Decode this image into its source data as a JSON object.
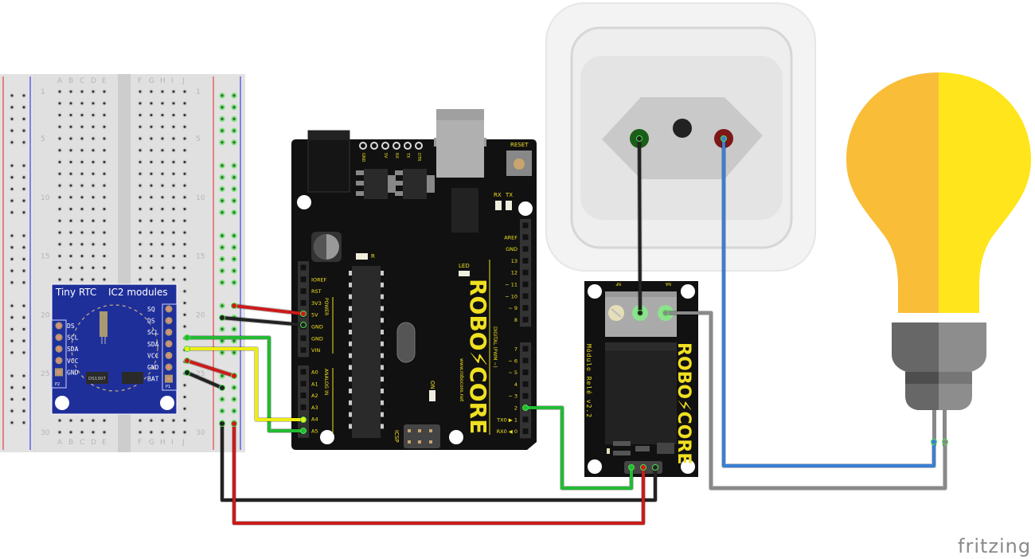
{
  "diagram": {
    "type": "breadboard-wiring",
    "watermark": "fritzing",
    "breadboard": {
      "column_labels_left": [
        "A",
        "B",
        "C",
        "D",
        "E"
      ],
      "column_labels_right": [
        "F",
        "G",
        "H",
        "I",
        "J"
      ],
      "row_labels": [
        "1",
        "5",
        "10",
        "15",
        "20",
        "25",
        "30"
      ],
      "rows": 30
    },
    "rtc_module": {
      "title": "Tiny RTC",
      "subtitle": "IC2 modules",
      "chip_label": "DS1307",
      "p1_label": "P1",
      "p2_label": "P2",
      "p1_pins": [
        "SQ",
        "DS",
        "SCL",
        "SDA",
        "VCC",
        "GND",
        "BAT"
      ],
      "p2_pins": [
        "DS",
        "SCL",
        "SDA",
        "VCC",
        "GND"
      ]
    },
    "arduino": {
      "brand": "ROBO⚡CORE",
      "brand_url": "www.robocore.net",
      "reset_label": "RESET",
      "rx_label": "RX",
      "tx_label": "TX",
      "led_label": "LED",
      "on_label": "ON",
      "r_label": "R",
      "icsp_label": "ICSP",
      "top_pins": [
        "GND",
        "5V",
        "RX",
        "TX",
        "DTR"
      ],
      "power_group_label": "POWER",
      "power_pins": [
        "IOREF",
        "RST",
        "3V3",
        "5V",
        "GND",
        "GND",
        "VIN"
      ],
      "analog_group_label": "ANALOG IN",
      "analog_pins": [
        "A0",
        "A1",
        "A2",
        "A3",
        "A4",
        "A5"
      ],
      "digital_group_label": "DIGITAL (PWM ~)",
      "digital_pins_upper": [
        "AREF",
        "GND",
        "13",
        "12",
        "~ 11",
        "~ 10",
        "~ 9",
        "8"
      ],
      "digital_pins_lower": [
        "7",
        "~ 6",
        "~ 5",
        "4",
        "~ 3",
        "2",
        "TX0 ▶ 1",
        "RX0 ◀ 0"
      ]
    },
    "relay_module": {
      "title": "Módulo Relé v2.2",
      "brand": "ROBO⚡CORE",
      "terminal_nf": "NF",
      "terminal_na": "NA"
    },
    "colors": {
      "wire_red": "#cc1a1a",
      "wire_black": "#222222",
      "wire_green": "#22bb33",
      "wire_yellow": "#eeee11",
      "wire_blue": "#3a7fd5",
      "wire_gray": "#8a8a8a",
      "pcb_blue": "#1f2f9a",
      "pcb_black": "#111111",
      "silk_yellow": "#f0e020",
      "bulb_left": "#f9bd38",
      "bulb_right": "#ffe51c"
    }
  }
}
